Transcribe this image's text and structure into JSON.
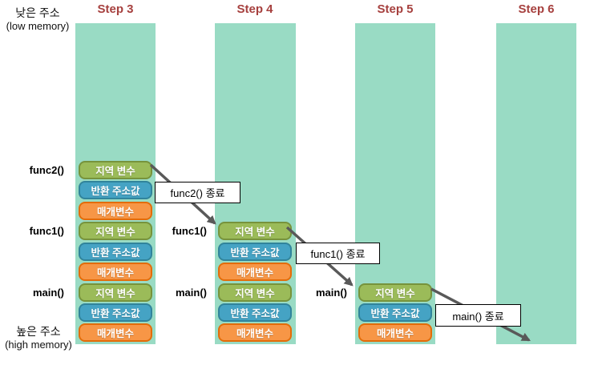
{
  "axis_labels": {
    "low_korean": "낮은 주소",
    "low_english": "(low memory)",
    "high_korean": "높은 주소",
    "high_english": "(high memory)"
  },
  "stack_box_labels": [
    "지역 변수",
    "반환 주소값",
    "매개변수"
  ],
  "columns": [
    {
      "step": "Step 3",
      "functions": [
        "func2()",
        "func1()",
        "main()"
      ],
      "frame_count": 3
    },
    {
      "step": "Step 4",
      "functions": [
        "func1()",
        "main()"
      ],
      "frame_count": 2
    },
    {
      "step": "Step 5",
      "functions": [
        "main()"
      ],
      "frame_count": 1
    },
    {
      "step": "Step 6",
      "functions": [],
      "frame_count": 0
    }
  ],
  "callouts": [
    "func2() 종료",
    "func1() 종료",
    "main() 종료"
  ],
  "colors": {
    "column_fill": "#99dbc4",
    "step_text": "#a6403e",
    "local_var_fill": "#9bbb59",
    "local_var_border": "#77933c",
    "return_addr_fill": "#45a3c4",
    "return_addr_border": "#31849b",
    "param_fill": "#f79646",
    "param_border": "#e36c09",
    "callout_bg": "#ffffff",
    "callout_border": "#000000",
    "arrow": "#595959"
  }
}
